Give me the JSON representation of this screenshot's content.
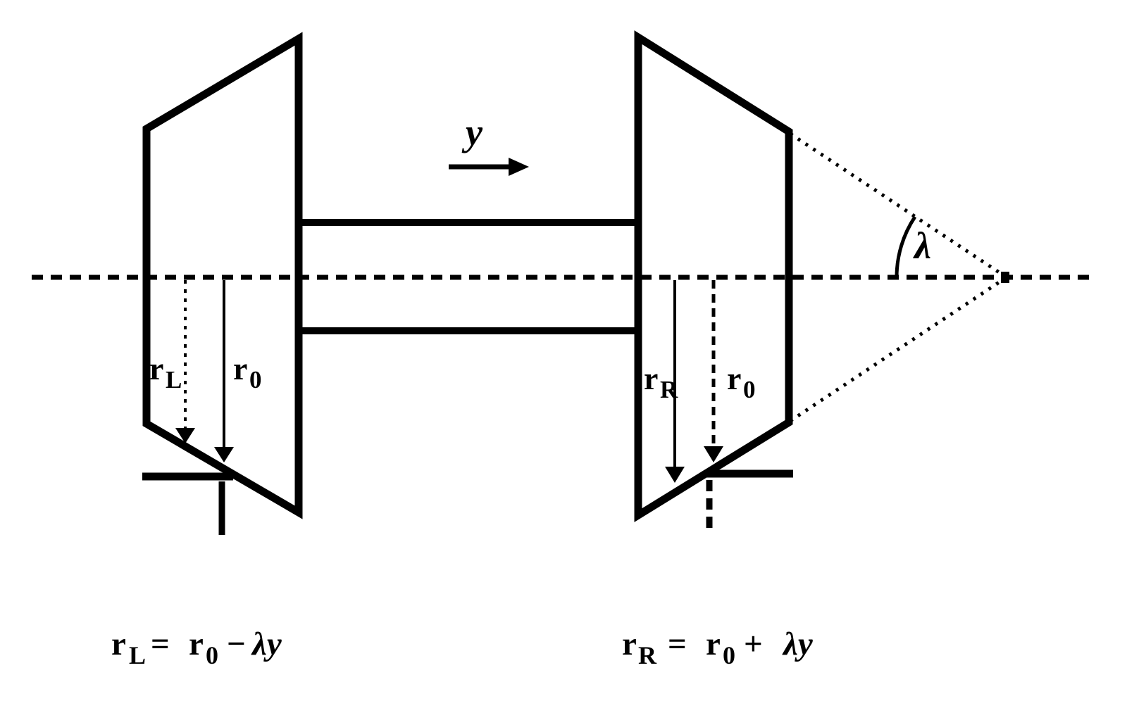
{
  "colors": {
    "ink": "#000000",
    "paper": "#ffffff"
  },
  "labels": {
    "lateral_displacement": "y",
    "cone_angle": "λ",
    "left_wheel_radius": {
      "base": "r",
      "sub": "L"
    },
    "left_nominal_radius": {
      "base": "r",
      "sub": "0"
    },
    "right_wheel_radius": {
      "base": "r",
      "sub": "R"
    },
    "right_nominal_radius": {
      "base": "r",
      "sub": "0"
    }
  },
  "equations": {
    "left": {
      "lhs_base": "r",
      "lhs_sub": "L",
      "equals": "=",
      "rhs_base": "r",
      "rhs_sub": "0",
      "operator": "−",
      "term": "λy"
    },
    "right": {
      "lhs_base": "r",
      "lhs_sub": "R",
      "equals": "=",
      "rhs_base": "r",
      "rhs_sub": "0",
      "operator": "+",
      "term": "λy"
    }
  }
}
